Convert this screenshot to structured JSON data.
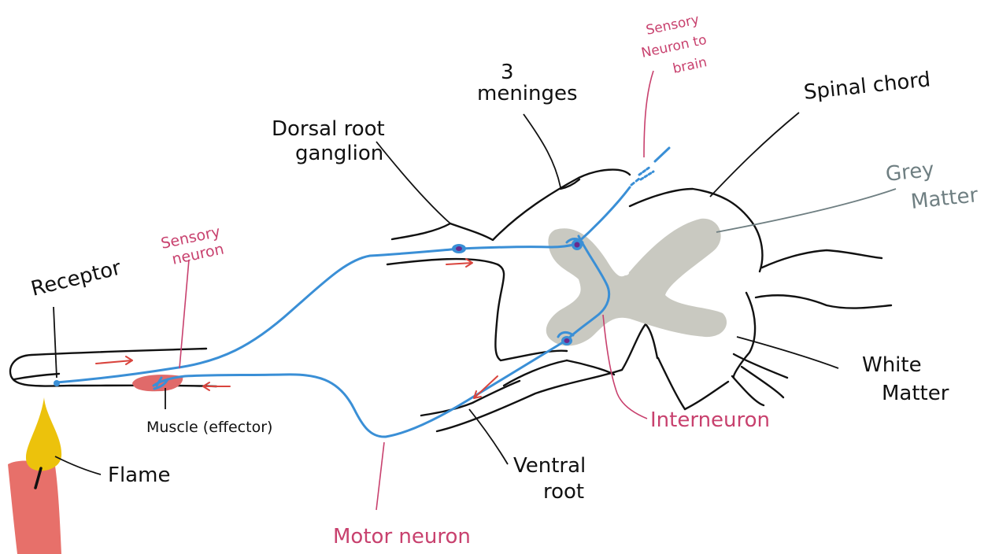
{
  "labels": {
    "receptor": "Receptor",
    "sensory_neuron_line1": "Sensory",
    "sensory_neuron_line2": "neuron",
    "muscle": "Muscle (effector)",
    "flame": "Flame",
    "motor_neuron": "Motor neuron",
    "dorsal_line1": "Dorsal root",
    "dorsal_line2": "ganglion",
    "meninges_line1": "3",
    "meninges_line2": "meninges",
    "to_brain_line1": "Sensory",
    "to_brain_line2": "Neuron to",
    "to_brain_line3": "brain",
    "spinal_cord": "Spinal chord",
    "grey_line1": "Grey",
    "grey_line2": "Matter",
    "white_line1": "White",
    "white_line2": "Matter",
    "interneuron": "Interneuron",
    "ventral_line1": "Ventral",
    "ventral_line2": "root"
  },
  "colors": {
    "ink": "#111111",
    "nerve": "#3a8fd6",
    "label_pink": "#c8416e",
    "arrow_red": "#d9443d",
    "grey_matter": "#c9c9c1",
    "grey_label": "#6f7f82",
    "muscle": "#e06a6a",
    "candle": "#e7706a",
    "flame": "#ecc20c",
    "cell_body": "#6a2b8c"
  }
}
